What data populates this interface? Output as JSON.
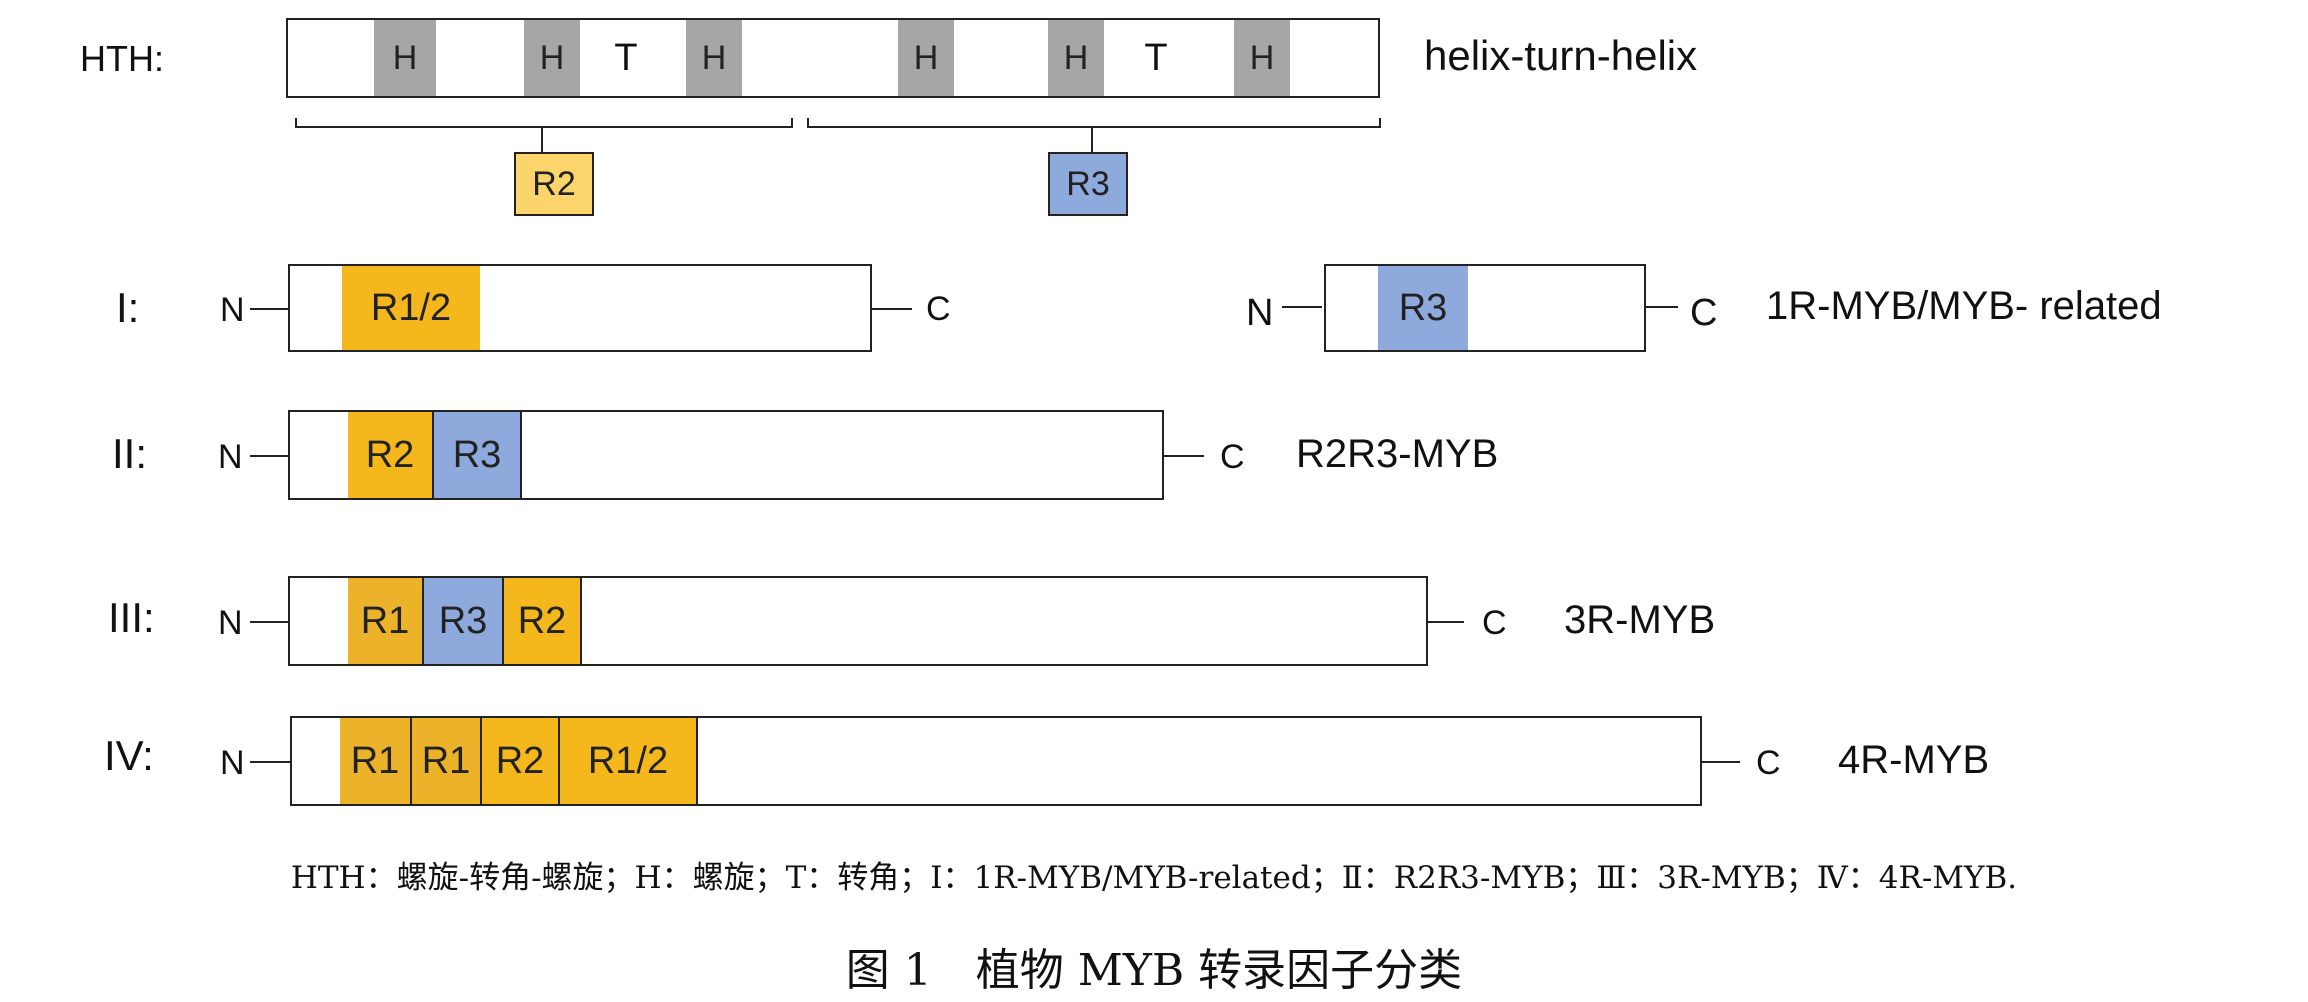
{
  "hth": {
    "label": "HTH:",
    "description": "helix-turn-helix",
    "segments": [
      "H",
      "H",
      "T",
      "H",
      "H",
      "H",
      "T",
      "H"
    ],
    "brackets": [
      "R2",
      "R3"
    ]
  },
  "rows": [
    {
      "numeral": "I:",
      "n": "N",
      "c": "C",
      "domains": [
        "R1/2"
      ],
      "name": ""
    },
    {
      "numeral": "",
      "n": "N",
      "c": "C",
      "domains": [
        "R3"
      ],
      "name": "1R-MYB/MYB- related"
    },
    {
      "numeral": "II:",
      "n": "N",
      "c": "C",
      "domains": [
        "R2",
        "R3"
      ],
      "name": "R2R3-MYB"
    },
    {
      "numeral": "III:",
      "n": "N",
      "c": "C",
      "domains": [
        "R1",
        "R3",
        "R2"
      ],
      "name": "3R-MYB"
    },
    {
      "numeral": "IV:",
      "n": "N",
      "c": "C",
      "domains": [
        "R1",
        "R1",
        "R2",
        "R1/2"
      ],
      "name": "4R-MYB"
    }
  ],
  "colors": {
    "repeat_R1_R2": "#f4b81c",
    "repeat_R3": "#8ea9db",
    "helix": "#a6a6a6"
  },
  "caption": {
    "note": "HTH：螺旋-转角-螺旋；H：螺旋；T：转角；Ⅰ：1R-MYB/MYB-related；Ⅱ：R2R3-MYB；Ⅲ：3R-MYB；Ⅳ：4R-MYB.",
    "title": "图 1　植物 MYB 转录因子分类"
  }
}
